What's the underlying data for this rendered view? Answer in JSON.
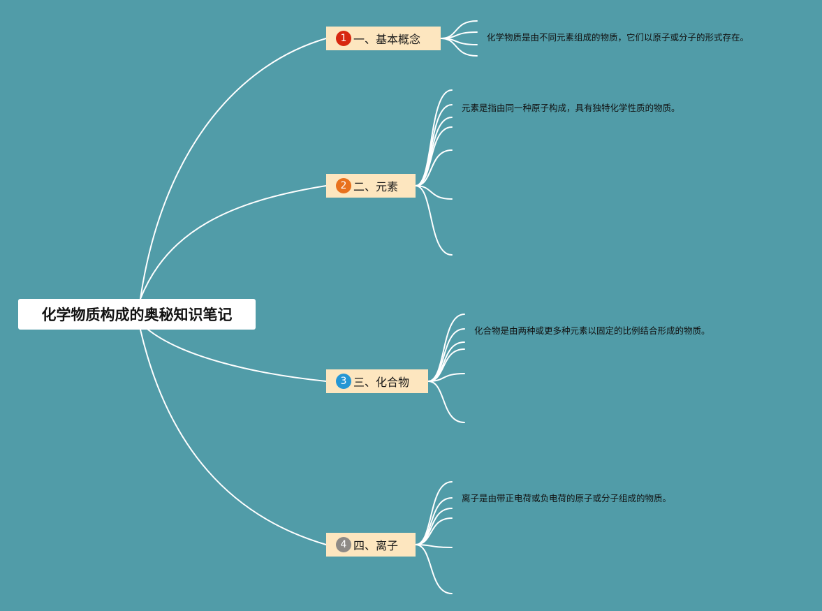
{
  "root": {
    "label": "化学物质构成的奥秘知识笔记"
  },
  "topics": [
    {
      "num": "1",
      "label": "一、基本概念",
      "color": "#d7270f",
      "note": "化学物质是由不同元素组成的物质，它们以原子或分子的形式存在。"
    },
    {
      "num": "2",
      "label": "二、元素",
      "color": "#e8711d",
      "note": "元素是指由同一种原子构成，具有独特化学性质的物质。"
    },
    {
      "num": "3",
      "label": "三、化合物",
      "color": "#2596d4",
      "note": "化合物是由两种或更多种元素以固定的比例结合形成的物质。"
    },
    {
      "num": "4",
      "label": "四、离子",
      "color": "#8e8a86",
      "note": "离子是由带正电荷或负电荷的原子或分子组成的物质。"
    }
  ],
  "colors": {
    "background": "#519ca8",
    "topic_fill": "#fde6bf",
    "line": "#ffffff"
  }
}
